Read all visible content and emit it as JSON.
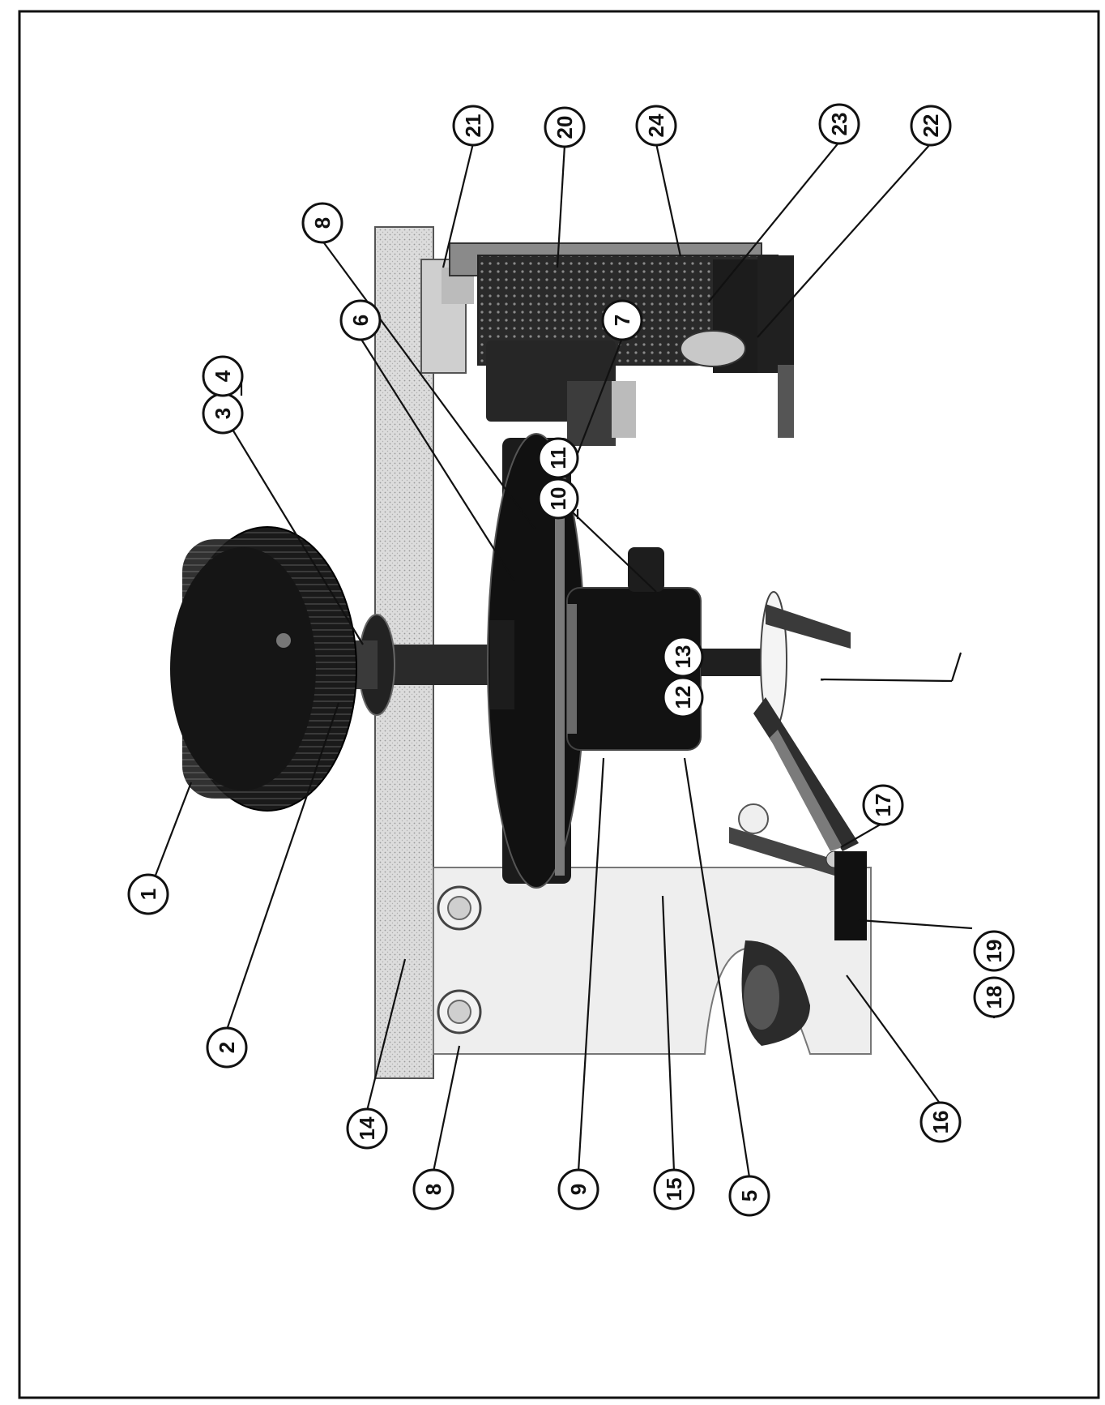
{
  "figure": {
    "colors": {
      "ink": "#111111",
      "paper": "#ffffff",
      "metal": "#d9d9d9",
      "dark": "#1e1e1e"
    },
    "callouts": {
      "c1": "1",
      "c2": "2",
      "c3": "3",
      "c4": "4",
      "c5": "5",
      "c6": "6",
      "c7": "7",
      "c8a": "8",
      "c8b": "8",
      "c9": "9",
      "c10": "10",
      "c11": "11",
      "c12": "12",
      "c13": "13",
      "c14": "14",
      "c15": "15",
      "c16": "16",
      "c17": "17",
      "c18": "18",
      "c19": "19",
      "c20": "20",
      "c21": "21",
      "c22": "22",
      "c23": "23",
      "c24": "24"
    }
  }
}
